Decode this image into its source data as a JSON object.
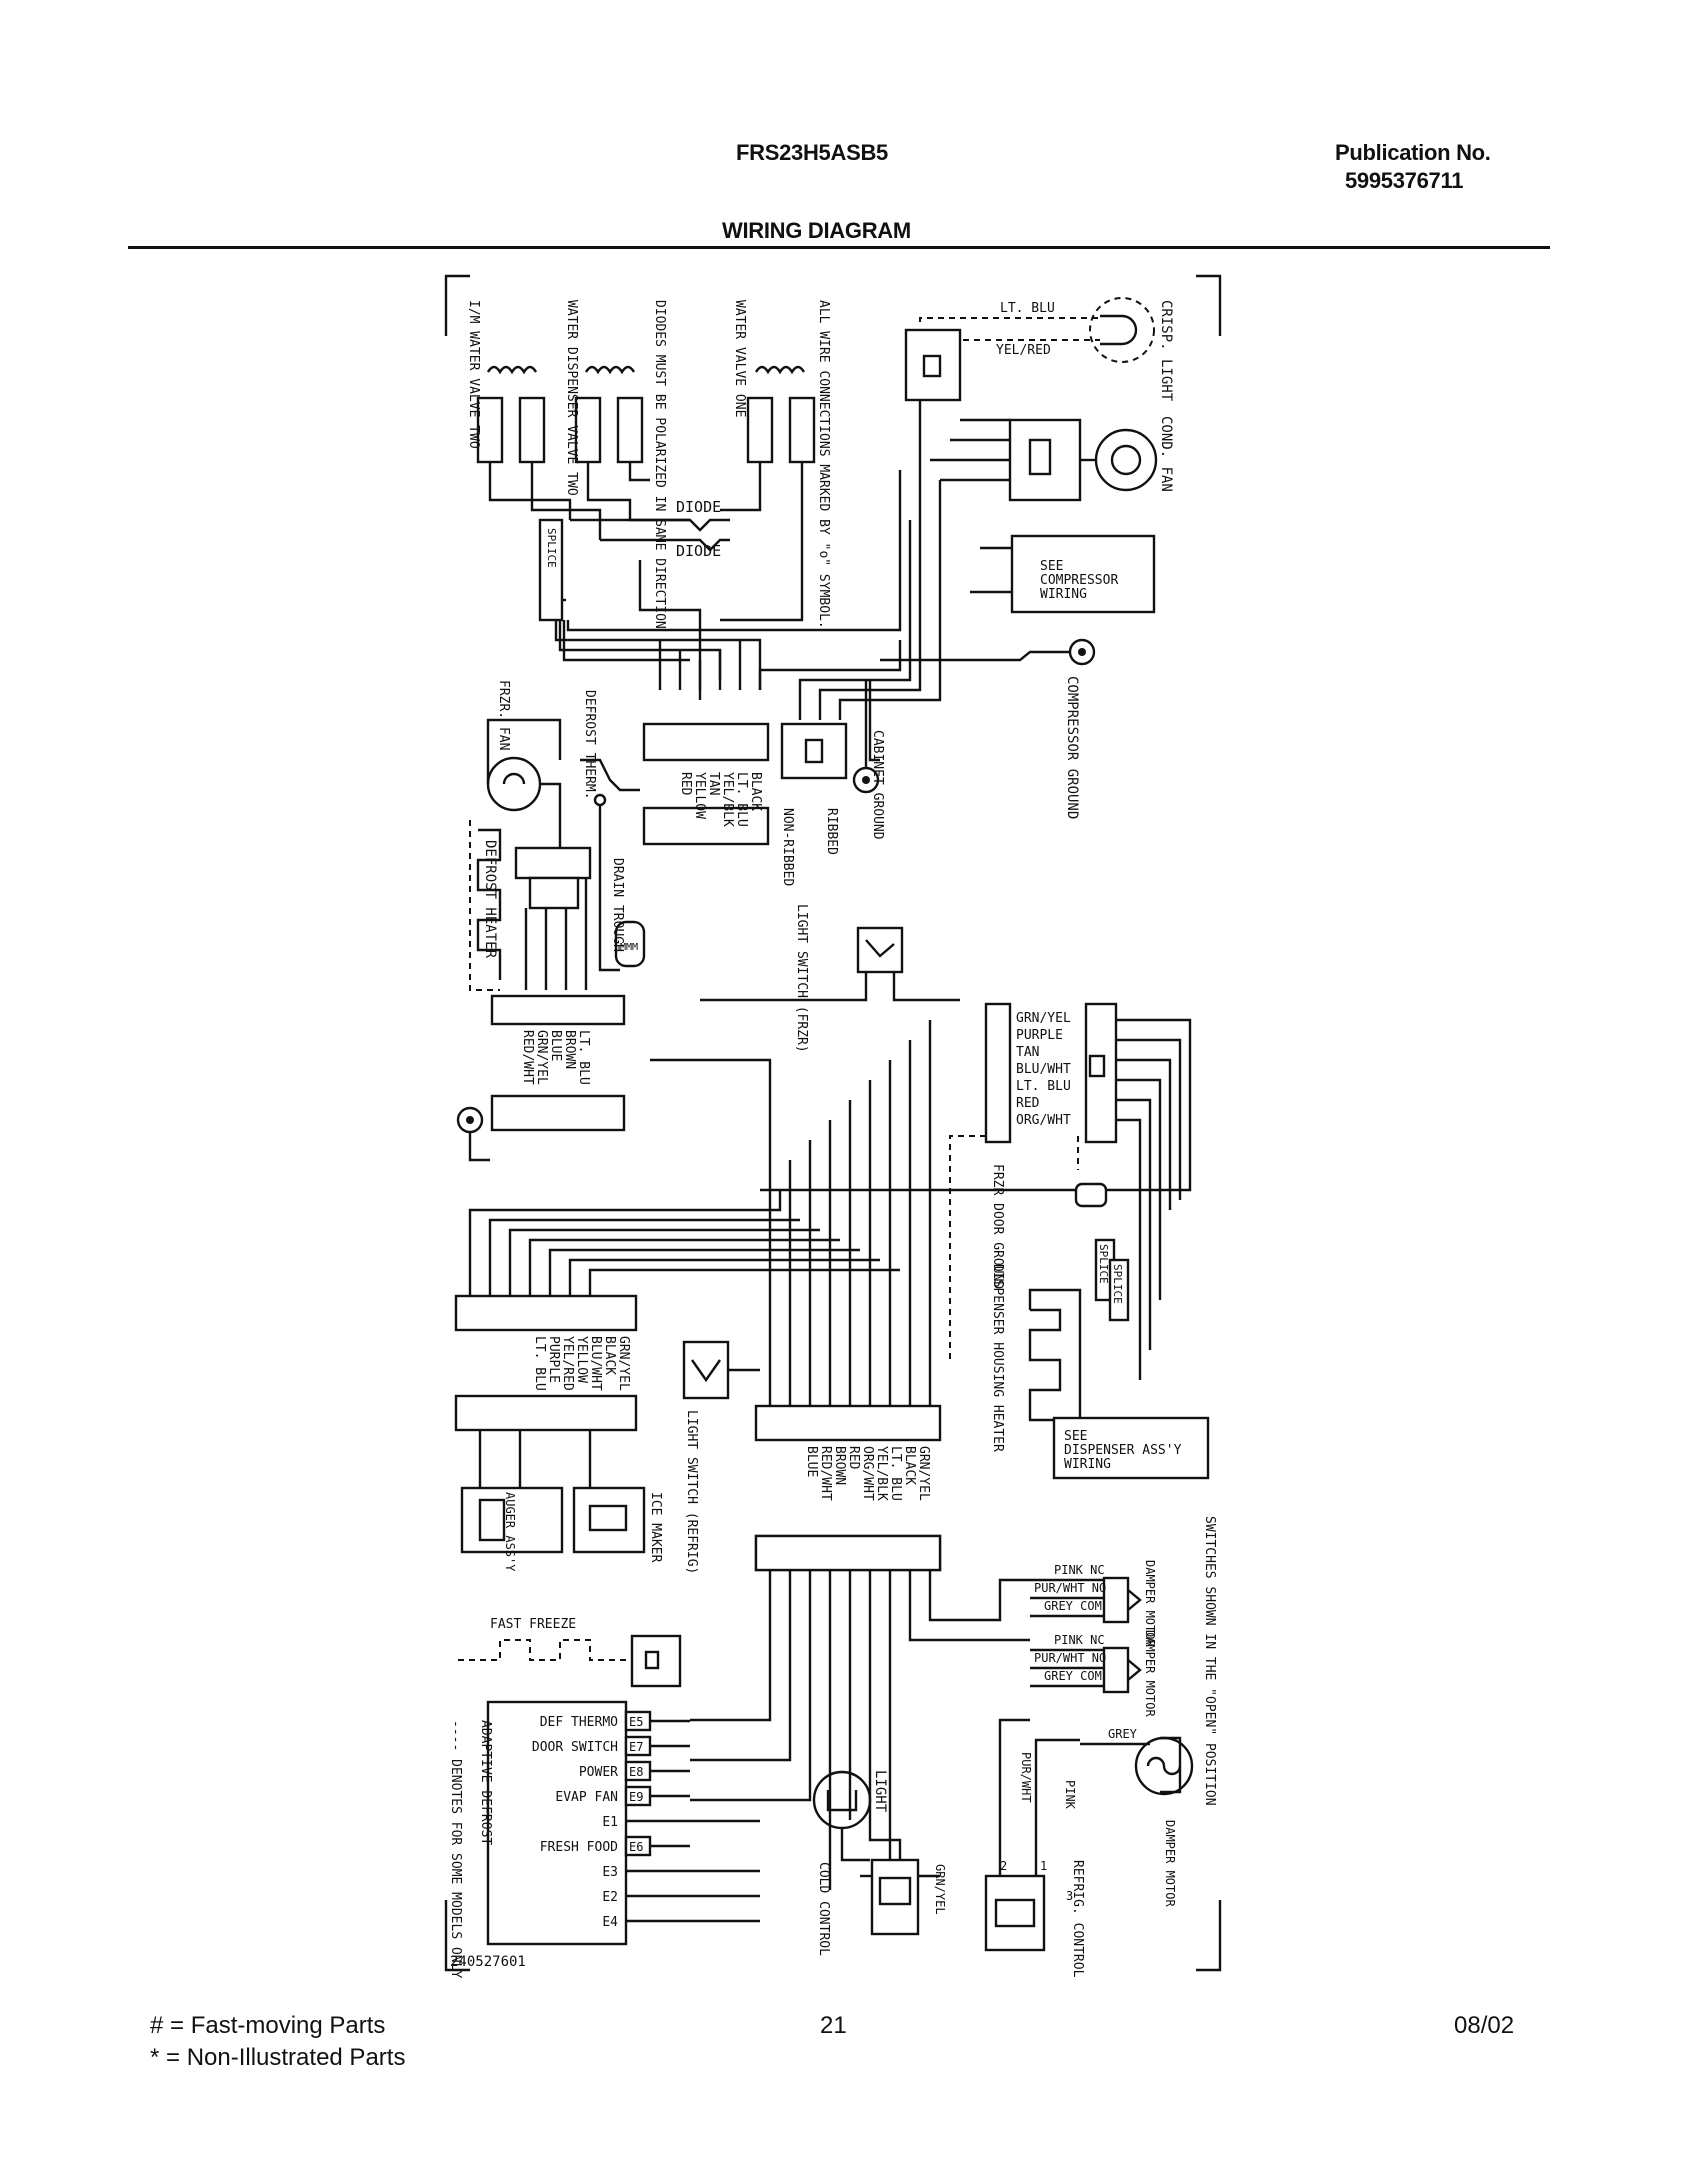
{
  "header": {
    "model": "FRS23H5ASB5",
    "publication_label": "Publication No.",
    "publication_number": "5995376711",
    "title": "WIRING DIAGRAM"
  },
  "footer": {
    "legend_fast": "# = Fast-moving Parts",
    "legend_non": "* = Non-Illustrated Parts",
    "page_number": "21",
    "date": "08/02"
  },
  "diagram": {
    "drawing_number": "240527601",
    "vertical_labels": {
      "im_valve": "I/M WATER VALVE TWO",
      "disp_valve": "WATER DISPENSER VALVE TWO",
      "diodes_note": "DIODES MUST BE POLARIZED IN SAME DIRECTION",
      "water_valve_one": "WATER VALVE ONE",
      "connections_note": "ALL WIRE CONNECTIONS MARKED BY \"o\" SYMBOL.",
      "crisp_light": "CRISP. LIGHT",
      "cond_fan": "COND. FAN",
      "compressor_ground": "COMPRESSOR GROUND",
      "cabinet_ground": "CABINET GROUND",
      "ribbed": "RIBBED",
      "non_ribbed": "NON-RIBBED",
      "frzr_fan": "FRZR. FAN",
      "defrost_therm": "DEFROST THERM.",
      "defrost_heater": "DEFROST HEATER",
      "drain_trough": "DRAIN TROUGH",
      "light_switch_frzr": "LIGHT SWITCH (FRZR)",
      "frzr_door_ground": "FRZR DOOR GROUND",
      "dispenser_heater": "DISPENSER HOUSING HEATER",
      "light_switch_refrig": "LIGHT SWITCH (REFRIG)",
      "auger": "AUGER ASS'Y",
      "ice_maker": "ICE MAKER",
      "switches_note": "SWITCHES SHOWN IN THE \"OPEN\" POSITION",
      "damper_motor_sw1": "DAMPER MOTOR",
      "damper_motor_sw2": "DAMPER MOTOR",
      "damper_motor": "DAMPER MOTOR",
      "adaptive_note": "ADAPTIVE DEFROST",
      "dashed_note": "---- DENOTES FOR SOME MODELS ONLY",
      "light": "LIGHT",
      "cold_control": "COLD CONTROL",
      "refrig_control": "REFRIG. CONTROL",
      "grn_yel_cold": "GRN/YEL",
      "pur_wht": "PUR/WHT",
      "pink": "PINK",
      "splice_top": "SPLICE",
      "splice_a": "SPLICE",
      "splice_b": "SPLICE"
    },
    "labels": {
      "diode1": "DIODE",
      "diode2": "DIODE",
      "lt_blu": "LT. BLU",
      "yel_red": "YEL/RED",
      "see_compressor_1": "SEE",
      "see_compressor_2": "COMPRESSOR",
      "see_compressor_3": "WIRING",
      "see_dispenser_1": "SEE",
      "see_dispenser_2": "DISPENSER ASS'Y",
      "see_dispenser_3": "WIRING",
      "fast_freeze": "FAST FREEZE",
      "grey": "GREY",
      "pink_nc_1": "PINK NC",
      "purwht_no_1": "PUR/WHT NO",
      "grey_com_1": "GREY COM",
      "pink_nc_2": "PINK NC",
      "purwht_no_2": "PUR/WHT NO",
      "grey_com_2": "GREY COM",
      "num_1": "1",
      "num_2": "2",
      "num_3": "3",
      "mmm": "MMM"
    },
    "wire_groups": {
      "conn_a": [
        "BLACK",
        "LT. BLU",
        "YEL/BLK",
        "TAN",
        "YELLOW",
        "RED"
      ],
      "conn_b": [
        "LT. BLU",
        "BROWN",
        "BLUE",
        "GRN/YEL",
        "RED/WHT"
      ],
      "conn_c": [
        "GRN/YEL",
        "BLACK",
        "BLU/WHT",
        "YELLOW",
        "YEL/RED",
        "PURPLE",
        "LT. BLU"
      ],
      "conn_d": [
        "GRN/YEL",
        "BLACK",
        "LT. BLU",
        "YEL/BLK",
        "ORG/WHT",
        "RED",
        "BROWN",
        "RED/WHT",
        "BLUE"
      ],
      "frzr_door": [
        "GRN/YEL",
        "PURPLE",
        "TAN",
        "BLU/WHT",
        "LT. BLU",
        "RED",
        "ORG/WHT"
      ]
    },
    "adaptive_rows": [
      {
        "label": "DEF THERMO",
        "terminal": "E5"
      },
      {
        "label": "DOOR SWITCH",
        "terminal": "E7"
      },
      {
        "label": "POWER",
        "terminal": "E8"
      },
      {
        "label": "EVAP FAN",
        "terminal": "E9"
      },
      {
        "label": "E1",
        "terminal": ""
      },
      {
        "label": "FRESH FOOD",
        "terminal": "E6"
      },
      {
        "label": "E3",
        "terminal": ""
      },
      {
        "label": "E2",
        "terminal": ""
      },
      {
        "label": "E4",
        "terminal": ""
      }
    ]
  }
}
